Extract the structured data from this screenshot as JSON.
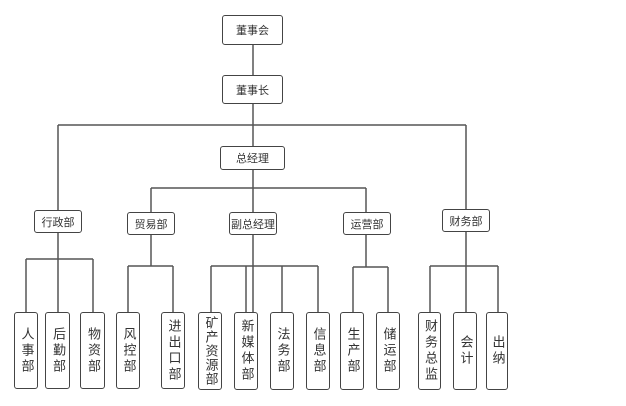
{
  "top": [
    "董事会",
    "董事长",
    "总经理"
  ],
  "departments": [
    "行政部",
    "贸易部",
    "副总经理",
    "运营部",
    "财务部"
  ],
  "units": [
    "人事部",
    "后勤部",
    "物资部",
    "风控部",
    "进出口部",
    "矿产资源部",
    "新媒体部",
    "法务部",
    "信息部",
    "生产部",
    "储运部",
    "财务总监",
    "会计",
    "出纳"
  ]
}
